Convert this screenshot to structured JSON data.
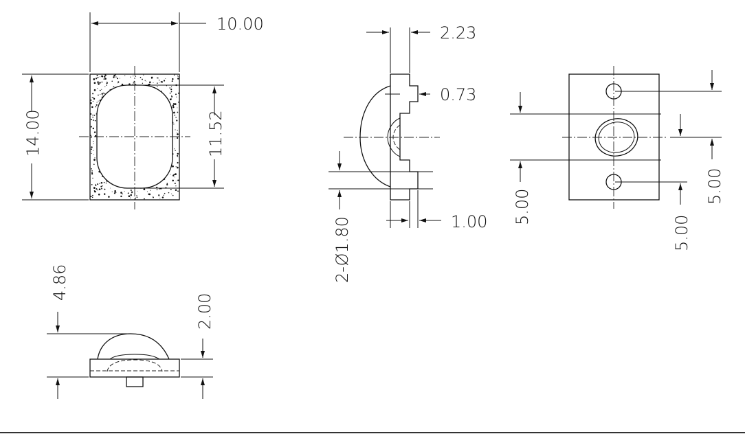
{
  "dimensions": {
    "width": "10.00",
    "height": "14.00",
    "window": "11.52",
    "thickness": "2.23",
    "step": "0.73",
    "holes": "2-Ø1.80",
    "base": "1.00",
    "pitch_left": "5.00",
    "pitch_mid": "5.00",
    "pitch_right": "5.00",
    "lens_height": "4.86",
    "base_height": "2.00"
  }
}
